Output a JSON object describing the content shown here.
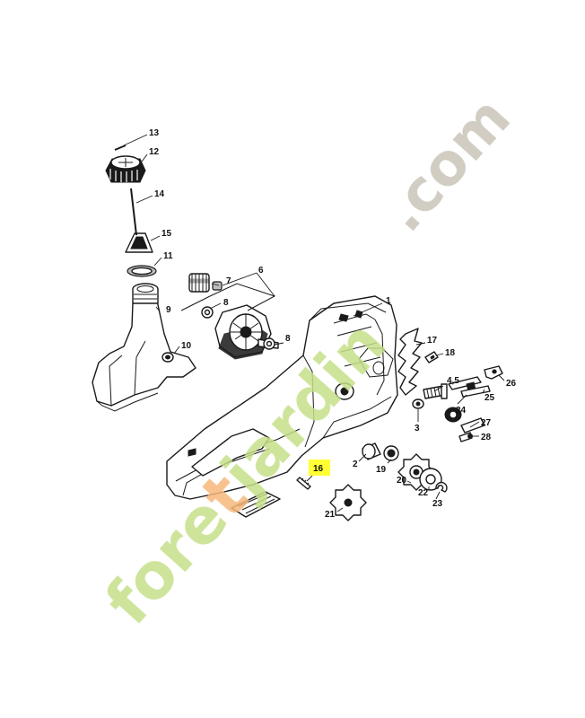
{
  "diagram": {
    "highlighted_callout": "16",
    "callouts": [
      {
        "id": "c1",
        "label": "1"
      },
      {
        "id": "c2",
        "label": "2"
      },
      {
        "id": "c3",
        "label": "3"
      },
      {
        "id": "c45",
        "label": "4,5"
      },
      {
        "id": "c6",
        "label": "6"
      },
      {
        "id": "c7",
        "label": "7"
      },
      {
        "id": "c8a",
        "label": "8"
      },
      {
        "id": "c8b",
        "label": "8"
      },
      {
        "id": "c9",
        "label": "9"
      },
      {
        "id": "c10",
        "label": "10"
      },
      {
        "id": "c11",
        "label": "11"
      },
      {
        "id": "c12",
        "label": "12"
      },
      {
        "id": "c13",
        "label": "13"
      },
      {
        "id": "c14",
        "label": "14"
      },
      {
        "id": "c15",
        "label": "15"
      },
      {
        "id": "c16",
        "label": "16"
      },
      {
        "id": "c17",
        "label": "17"
      },
      {
        "id": "c18",
        "label": "18"
      },
      {
        "id": "c19",
        "label": "19"
      },
      {
        "id": "c20",
        "label": "20"
      },
      {
        "id": "c21",
        "label": "21"
      },
      {
        "id": "c22",
        "label": "22"
      },
      {
        "id": "c23",
        "label": "23"
      },
      {
        "id": "c24",
        "label": "24"
      },
      {
        "id": "c25",
        "label": "25"
      },
      {
        "id": "c26",
        "label": "26"
      },
      {
        "id": "c27",
        "label": "27"
      },
      {
        "id": "c28",
        "label": "28"
      }
    ]
  },
  "watermark": {
    "text_main": "foretjardin",
    "text_tld": ".com",
    "colors": {
      "green": "#c6e08a",
      "orange": "#f6b77a",
      "grey": "#c9c4b8"
    }
  }
}
